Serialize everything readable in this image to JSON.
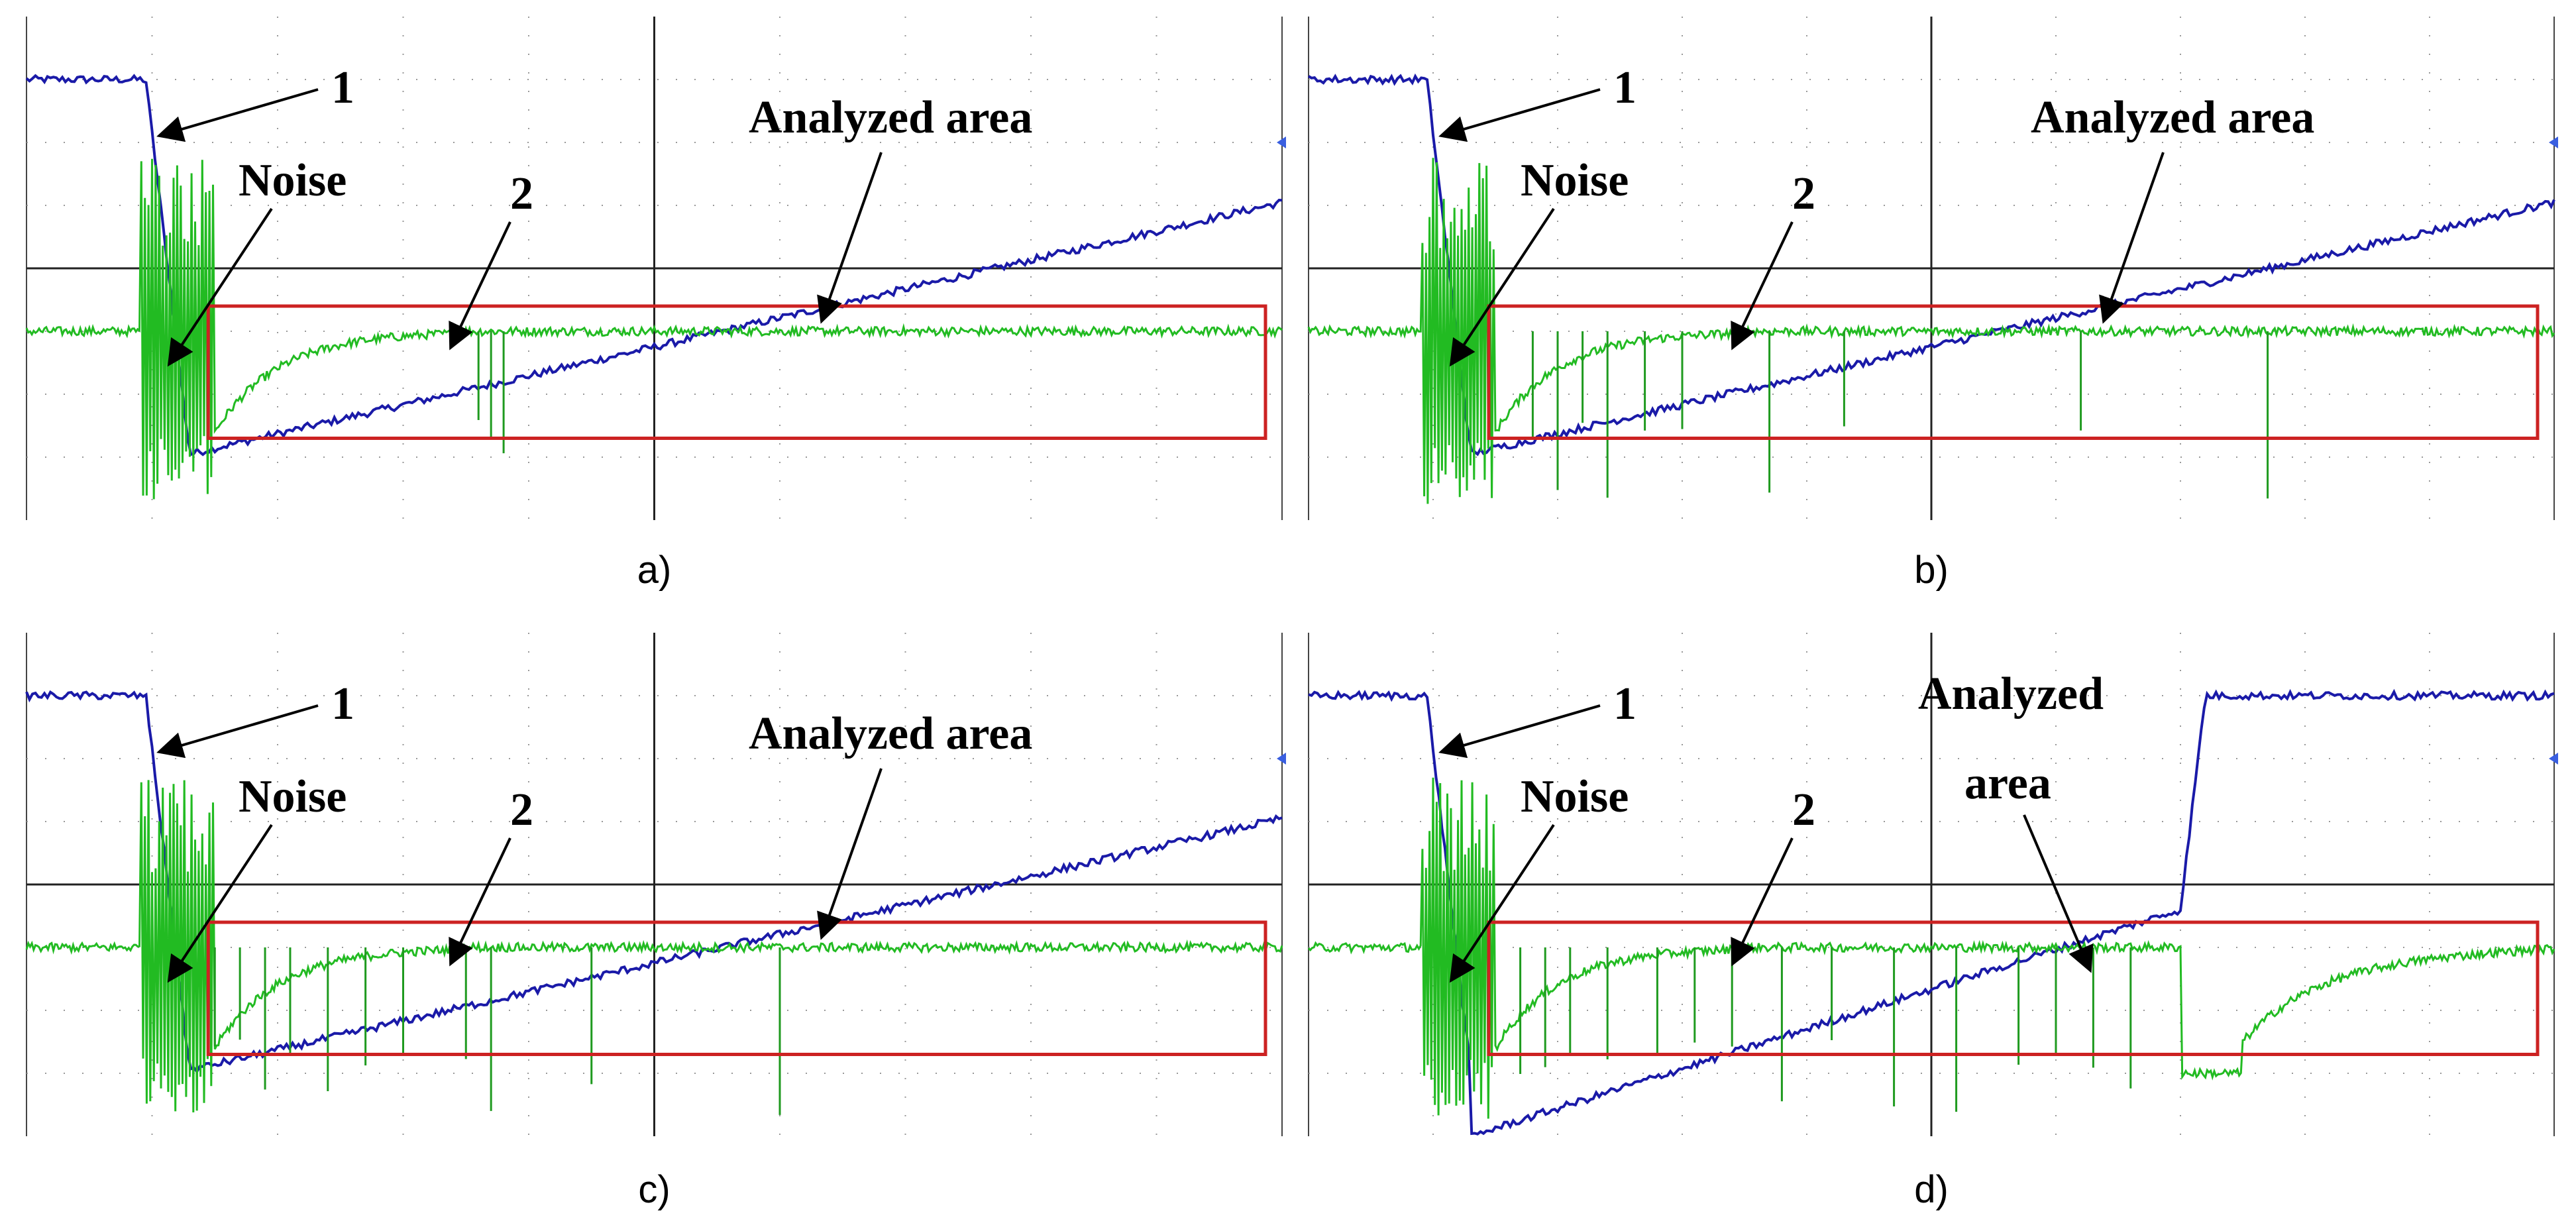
{
  "chart_data": [
    {
      "type": "line",
      "panel": "a",
      "caption": "a)",
      "grid": true,
      "series": [
        {
          "color": "#1a1aa8",
          "shape": "ramp",
          "values": [
            -4,
            1.05
          ]
        },
        {
          "color": "#22bb22",
          "shape": "flat",
          "spikes": [
            0.36,
            0.37,
            0.38
          ]
        }
      ],
      "annotations": {
        "trace1": "1",
        "trace2": "2",
        "noise": "Noise",
        "area": "Analyzed area"
      },
      "analyzed_area": {
        "x": [
          1.5,
          10
        ],
        "y": [
          -2.7,
          -0.6
        ]
      }
    },
    {
      "type": "line",
      "panel": "b",
      "caption": "b)",
      "grid": true,
      "series": [
        {
          "color": "#1a1aa8",
          "shape": "ramp",
          "values": [
            -4,
            1.05
          ]
        },
        {
          "color": "#22bb22",
          "shape": "flat",
          "spikes": [
            0.18,
            0.2,
            0.22,
            0.24,
            0.27,
            0.3,
            0.37,
            0.43,
            0.62,
            0.77
          ]
        }
      ],
      "annotations": {
        "trace1": "1",
        "trace2": "2",
        "noise": "Noise",
        "area": "Analyzed area"
      },
      "analyzed_area": {
        "x": [
          1.5,
          10
        ],
        "y": [
          -2.7,
          -0.6
        ]
      }
    },
    {
      "type": "line",
      "panel": "c",
      "caption": "c)",
      "grid": true,
      "series": [
        {
          "color": "#1a1aa8",
          "shape": "ramp",
          "values": [
            -4,
            1.05
          ]
        },
        {
          "color": "#22bb22",
          "shape": "flat",
          "spikes": [
            0.15,
            0.17,
            0.19,
            0.21,
            0.24,
            0.27,
            0.3,
            0.35,
            0.37,
            0.45,
            0.6
          ]
        }
      ],
      "annotations": {
        "trace1": "1",
        "trace2": "2",
        "noise": "Noise",
        "area": "Analyzed area"
      },
      "analyzed_area": {
        "x": [
          1.5,
          10
        ],
        "y": [
          -2.7,
          -0.6
        ]
      }
    },
    {
      "type": "line",
      "panel": "d",
      "caption": "d)",
      "grid": true,
      "series": [
        {
          "color": "#1a1aa8",
          "shape": "ramp-step",
          "values": [
            -4,
            1.05
          ]
        },
        {
          "color": "#22bb22",
          "shape": "flat-dip",
          "spikes": [
            0.17,
            0.19,
            0.21,
            0.24,
            0.28,
            0.31,
            0.34,
            0.38,
            0.42,
            0.47,
            0.52,
            0.57,
            0.6,
            0.63,
            0.66
          ]
        }
      ],
      "annotations": {
        "trace1": "1",
        "trace2": "2",
        "noise": "Noise",
        "area_line1": "Analyzed",
        "area_line2": "area"
      },
      "analyzed_area": {
        "x": [
          1.5,
          10
        ],
        "y": [
          -2.7,
          -0.6
        ]
      }
    }
  ]
}
